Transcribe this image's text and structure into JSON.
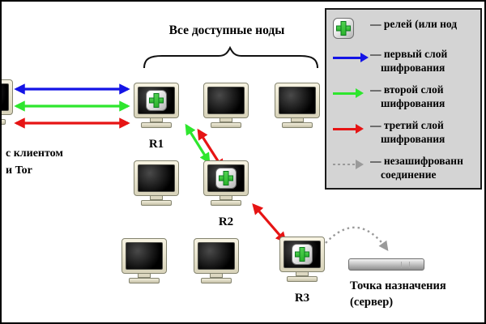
{
  "diagram_title": "Все доступные ноды",
  "client": {
    "line1": "с клиентом",
    "line2": "и Tor"
  },
  "relays": {
    "r1": "R1",
    "r2": "R2",
    "r3": "R3"
  },
  "destination": {
    "line1": "Точка назначения",
    "line2": "(сервер)"
  },
  "legend": {
    "items": [
      {
        "icon": "relay-cross-icon",
        "line1": "— релей (или нод"
      },
      {
        "icon": "first-layer-arrow-icon",
        "line1": "— первый слой",
        "line2": "шифрования"
      },
      {
        "icon": "second-layer-arrow-icon",
        "line1": "— второй слой",
        "line2": "шифрования"
      },
      {
        "icon": "third-layer-arrow-icon",
        "line1": "— третий слой",
        "line2": "шифрования"
      },
      {
        "icon": "unencrypted-arrow-icon",
        "line1": "— незашифрованн",
        "line2": "соединение"
      }
    ]
  },
  "colors": {
    "first_layer_blue": "#1414e6",
    "second_layer_green": "#2ee62e",
    "third_layer_red": "#e61414",
    "unencrypted_gray": "#9a9a9a",
    "relay_green": "#2db32d",
    "legend_background": "#d4d4d4"
  }
}
